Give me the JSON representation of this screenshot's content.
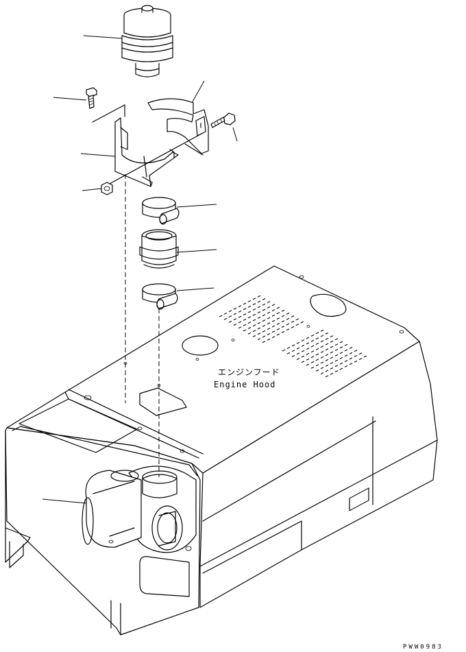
{
  "diagram": {
    "hood_label_jp": "エンジンフード",
    "hood_label_en": "Engine Hood",
    "drawing_code": "PWW0983"
  }
}
